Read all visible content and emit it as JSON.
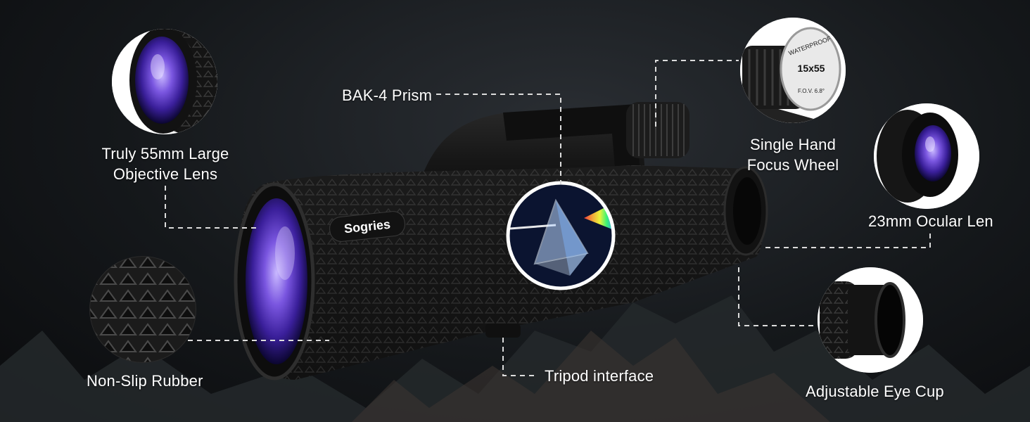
{
  "colors": {
    "background": "#111315",
    "accent_lens": "#6a4bd8",
    "leader_line": "#dcdcdc"
  },
  "product": {
    "brand": "Sogries"
  },
  "callouts": {
    "objective_lens": {
      "line1": "Truly 55mm Large",
      "line2": "Objective Lens"
    },
    "bak4_prism": "BAK-4 Prism",
    "focus_wheel": {
      "line1": "Single Hand",
      "line2": "Focus Wheel"
    },
    "ocular_lens": "23mm Ocular Len",
    "non_slip": "Non-Slip Rubber",
    "tripod": "Tripod interface",
    "eye_cup": "Adjustable Eye Cup"
  },
  "inset_texts": {
    "waterproof": "WATERPROOF",
    "spec": "15x55",
    "fov": "F.O.V. 6.8°"
  }
}
